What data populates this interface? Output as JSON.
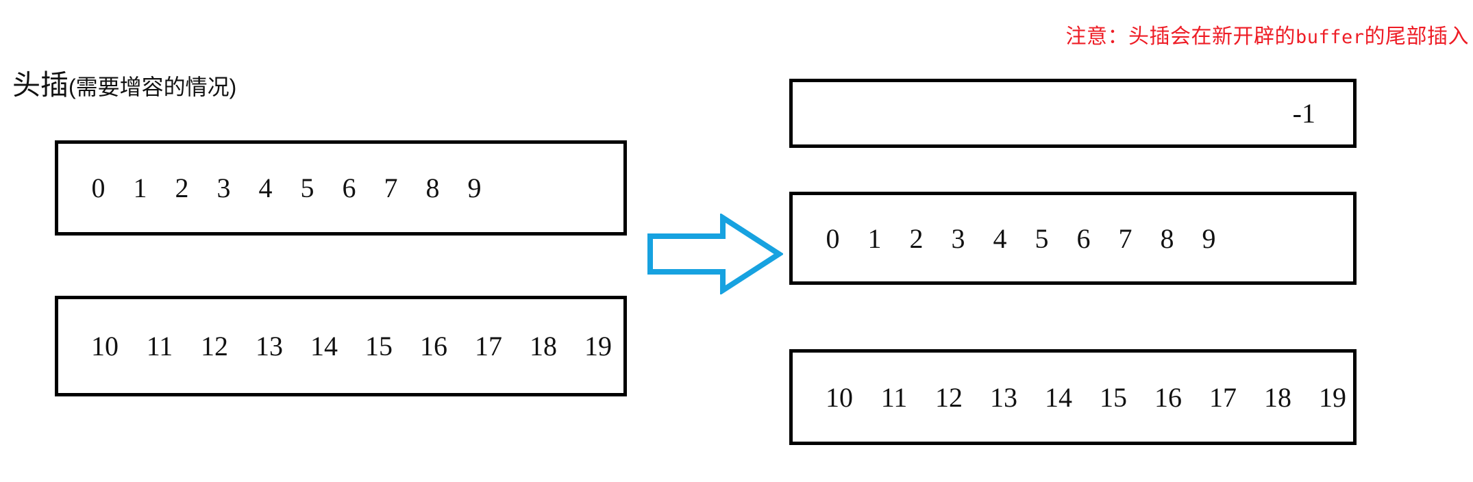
{
  "diagram": {
    "title_main": "头插",
    "title_paren": "(需要增容的情况)",
    "note": "注意：头插会在新开辟的",
    "note_mono": "buffer",
    "note_tail": "的尾部插入",
    "note_color": "#ee1c25",
    "arrow_color": "#17a2e0",
    "arrow_name": "right-arrow-icon"
  },
  "before": {
    "buffer_a": [
      "0",
      "1",
      "2",
      "3",
      "4",
      "5",
      "6",
      "7",
      "8",
      "9"
    ],
    "buffer_b": [
      "10",
      "11",
      "12",
      "13",
      "14",
      "15",
      "16",
      "17",
      "18",
      "19"
    ]
  },
  "after": {
    "new_head": "-1",
    "buffer_a": [
      "0",
      "1",
      "2",
      "3",
      "4",
      "5",
      "6",
      "7",
      "8",
      "9"
    ],
    "buffer_b": [
      "10",
      "11",
      "12",
      "13",
      "14",
      "15",
      "16",
      "17",
      "18",
      "19"
    ]
  }
}
